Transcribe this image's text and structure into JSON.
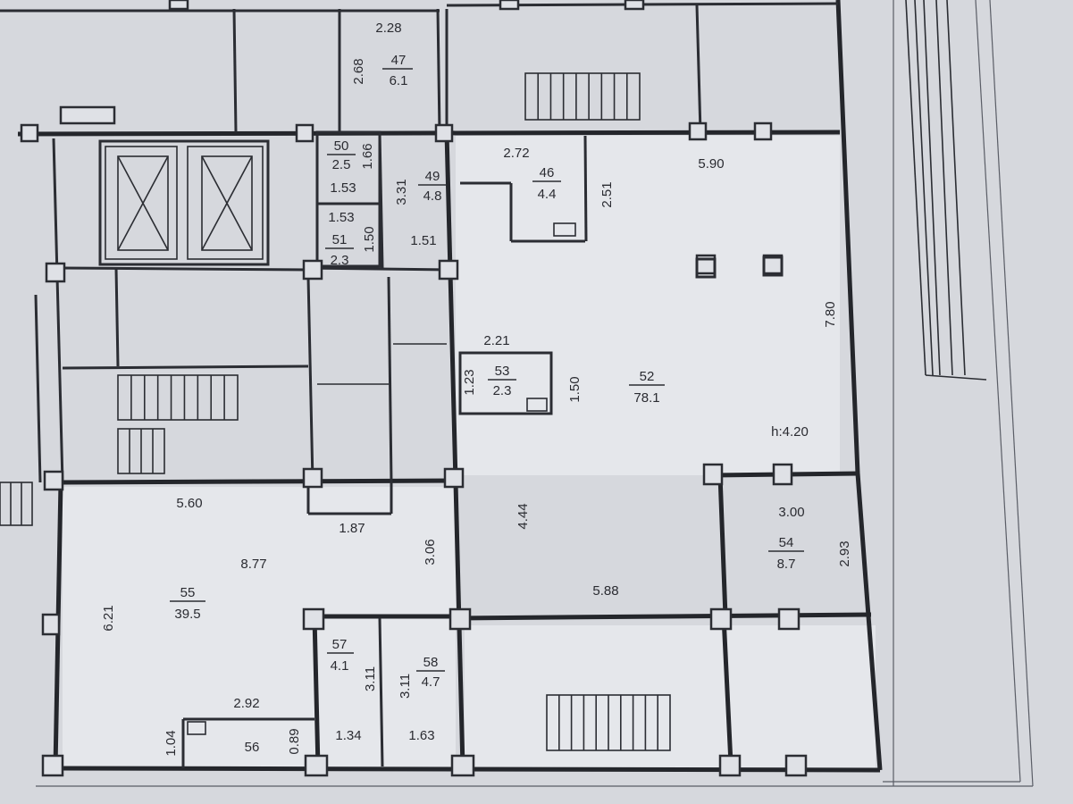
{
  "ceiling_height": "h:4.20",
  "rooms": {
    "r47": {
      "num": "47",
      "area": "6.1"
    },
    "r46": {
      "num": "46",
      "area": "4.4"
    },
    "r49": {
      "num": "49",
      "area": "4.8"
    },
    "r50": {
      "num": "50",
      "area": "2.5"
    },
    "r51": {
      "num": "51",
      "area": "2.3"
    },
    "r52": {
      "num": "52",
      "area": "78.1"
    },
    "r53": {
      "num": "53",
      "area": "2.3"
    },
    "r54": {
      "num": "54",
      "area": "8.7"
    },
    "r55": {
      "num": "55",
      "area": "39.5"
    },
    "r56": {
      "num": "56"
    },
    "r57": {
      "num": "57",
      "area": "4.1"
    },
    "r58": {
      "num": "58",
      "area": "4.7"
    }
  },
  "dims": {
    "d_2_28": "2.28",
    "d_2_68": "2.68",
    "d_1_66": "1.66",
    "d_1_53a": "1.53",
    "d_3_31": "3.31",
    "d_1_53b": "1.53",
    "d_1_50": "1.50",
    "d_1_51": "1.51",
    "d_2_72": "2.72",
    "d_2_51": "2.51",
    "d_5_90": "5.90",
    "d_7_80": "7.80",
    "d_2_21": "2.21",
    "d_1_23": "1.23",
    "d_1_50b": "1.50",
    "d_5_60": "5.60",
    "d_1_87": "1.87",
    "d_3_06": "3.06",
    "d_4_44": "4.44",
    "d_8_77": "8.77",
    "d_3_00": "3.00",
    "d_2_93": "2.93",
    "d_5_88": "5.88",
    "d_6_21": "6.21",
    "d_3_11a": "3.11",
    "d_3_11b": "3.11",
    "d_2_92": "2.92",
    "d_1_04": "1.04",
    "d_0_89": "0.89",
    "d_1_34": "1.34",
    "d_1_63": "1.63"
  }
}
